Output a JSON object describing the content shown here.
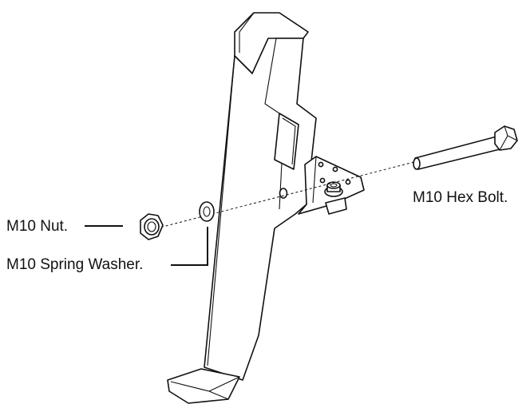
{
  "labels": {
    "nut": "M10 Nut.",
    "spring_washer": "M10 Spring Washer.",
    "hex_bolt": "M10 Hex Bolt."
  }
}
